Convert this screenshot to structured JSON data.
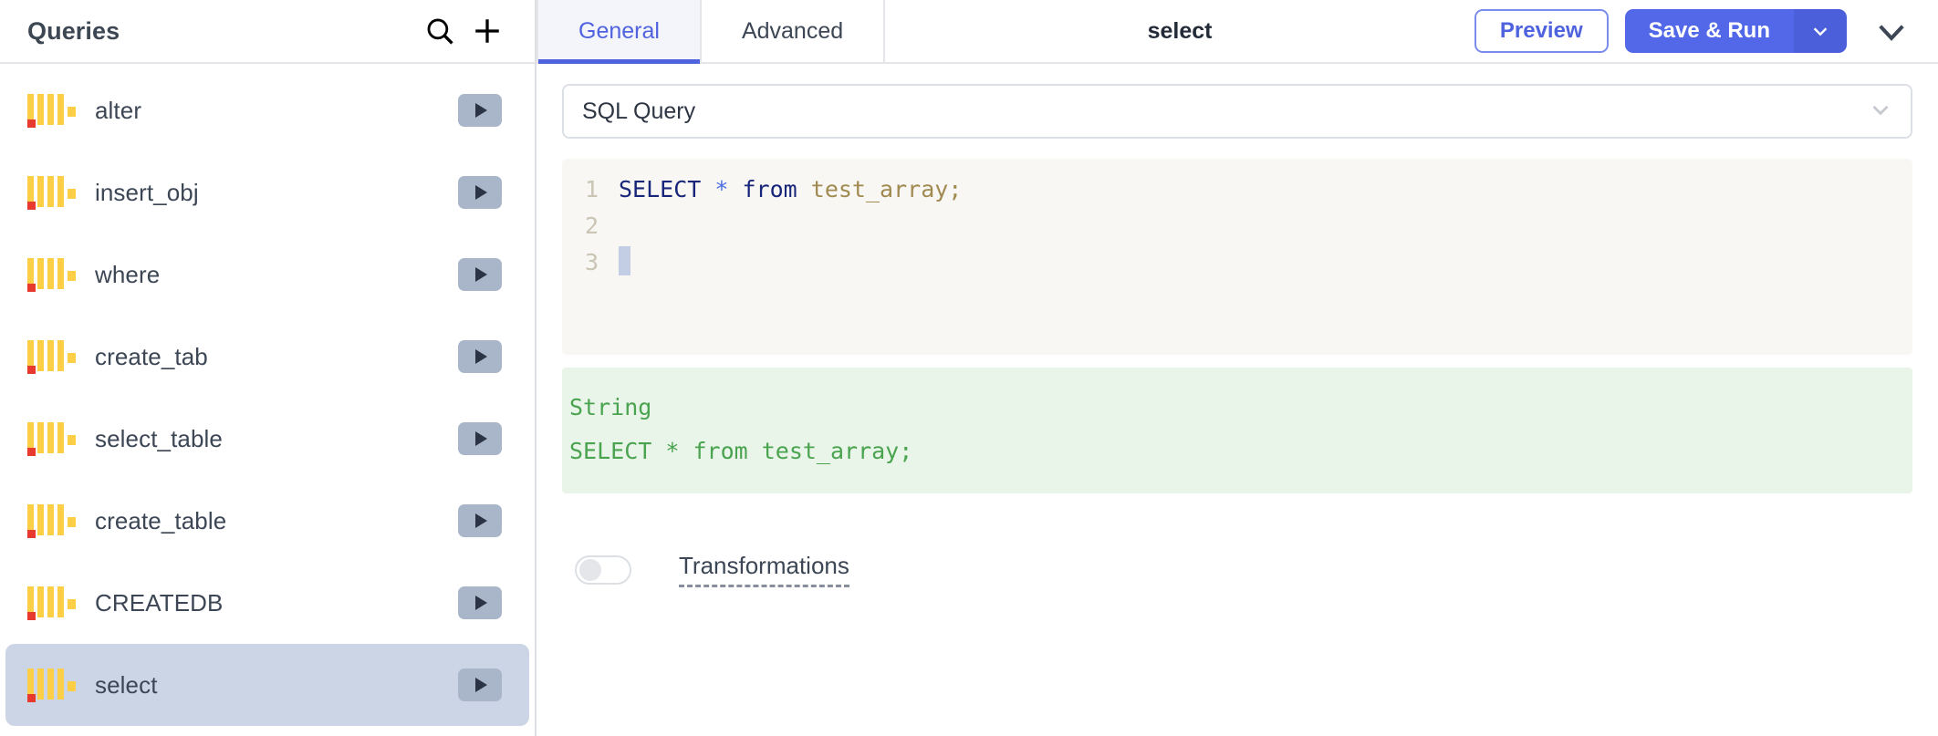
{
  "sidebar": {
    "title": "Queries",
    "search_icon": "search-icon",
    "add_icon": "plus-icon",
    "items": [
      {
        "label": "alter",
        "run_icon": "play-icon",
        "selected": false
      },
      {
        "label": "insert_obj",
        "run_icon": "play-icon",
        "selected": false
      },
      {
        "label": "where",
        "run_icon": "play-icon",
        "selected": false
      },
      {
        "label": "create_tab",
        "run_icon": "play-icon",
        "selected": false
      },
      {
        "label": "select_table",
        "run_icon": "play-icon",
        "selected": false
      },
      {
        "label": "create_table",
        "run_icon": "play-icon",
        "selected": false
      },
      {
        "label": "CREATEDB",
        "run_icon": "play-icon",
        "selected": false
      },
      {
        "label": "select",
        "run_icon": "play-icon",
        "selected": true
      }
    ]
  },
  "header": {
    "tabs": [
      {
        "label": "General",
        "active": true
      },
      {
        "label": "Advanced",
        "active": false
      }
    ],
    "title": "select",
    "preview_label": "Preview",
    "save_run_label": "Save & Run",
    "save_caret_icon": "chevron-down-icon",
    "collapse_icon": "chevron-down-icon"
  },
  "main": {
    "query_type": {
      "value": "SQL Query",
      "caret_icon": "chevron-down-icon"
    },
    "editor": {
      "line_numbers": [
        "1",
        "2",
        "3"
      ],
      "lines": [
        {
          "kw": "SELECT",
          "op": "*",
          "kw2": "from",
          "id": "test_array",
          "punct": ";"
        },
        {
          "text": ""
        },
        {
          "text": ""
        }
      ],
      "full_text": "SELECT * from test_array;"
    },
    "result": {
      "type_label": "String",
      "value": "SELECT * from test_array;"
    },
    "transformations": {
      "label": "Transformations",
      "enabled": false
    }
  },
  "colors": {
    "accent": "#5268e8",
    "tab_active_text": "#4f63de",
    "selected_row": "#ccd5e6",
    "result_bg": "#e9f5e9",
    "result_text": "#4aa34f",
    "editor_bg": "#f8f7f3",
    "icon_yellow": "#fccf46",
    "icon_red": "#e8392e",
    "run_button": "#a9b5c9"
  }
}
